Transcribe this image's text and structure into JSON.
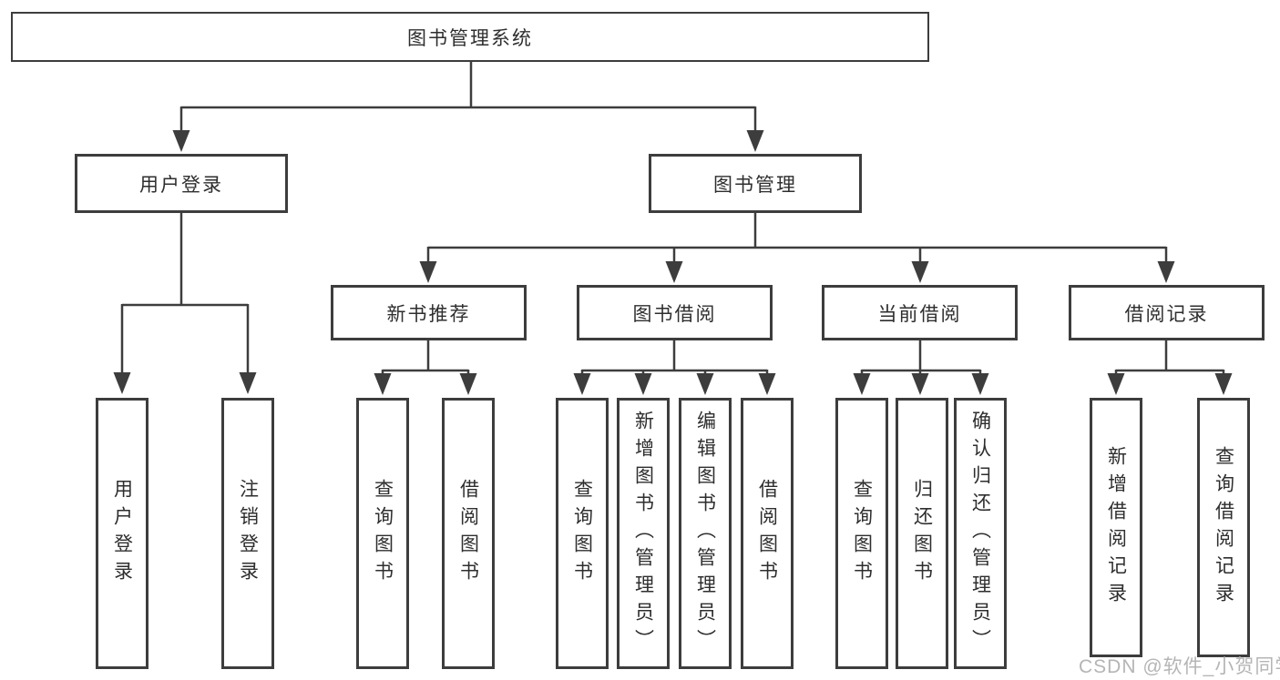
{
  "diagram": {
    "root": {
      "label": "图书管理系统"
    },
    "level2": [
      {
        "label": "用户登录"
      },
      {
        "label": "图书管理"
      }
    ],
    "level3": [
      {
        "label": "新书推荐",
        "parent": "图书管理"
      },
      {
        "label": "图书借阅",
        "parent": "图书管理"
      },
      {
        "label": "当前借阅",
        "parent": "图书管理"
      },
      {
        "label": "借阅记录",
        "parent": "图书管理"
      }
    ],
    "leaves": [
      {
        "label": "用户登录",
        "parent": "用户登录"
      },
      {
        "label": "注销登录",
        "parent": "用户登录"
      },
      {
        "label": "查询图书",
        "parent": "新书推荐"
      },
      {
        "label": "借阅图书",
        "parent": "新书推荐"
      },
      {
        "label": "查询图书",
        "parent": "图书借阅"
      },
      {
        "label": "新增图书（管理员）",
        "parent": "图书借阅"
      },
      {
        "label": "编辑图书（管理员）",
        "parent": "图书借阅"
      },
      {
        "label": "借阅图书",
        "parent": "图书借阅"
      },
      {
        "label": "查询图书",
        "parent": "当前借阅"
      },
      {
        "label": "归还图书",
        "parent": "当前借阅"
      },
      {
        "label": "确认归还（管理员）",
        "parent": "当前借阅"
      },
      {
        "label": "新增借阅记录",
        "parent": "借阅记录"
      },
      {
        "label": "查询借阅记录",
        "parent": "借阅记录"
      }
    ]
  },
  "watermark": {
    "text": "CSDN @软件_小贺同学"
  },
  "colors": {
    "line": "#3d3d3d",
    "box_border": "#3d3d3d",
    "text": "#2e2e2e",
    "watermark": "#b5b5b5",
    "background": "#ffffff"
  }
}
